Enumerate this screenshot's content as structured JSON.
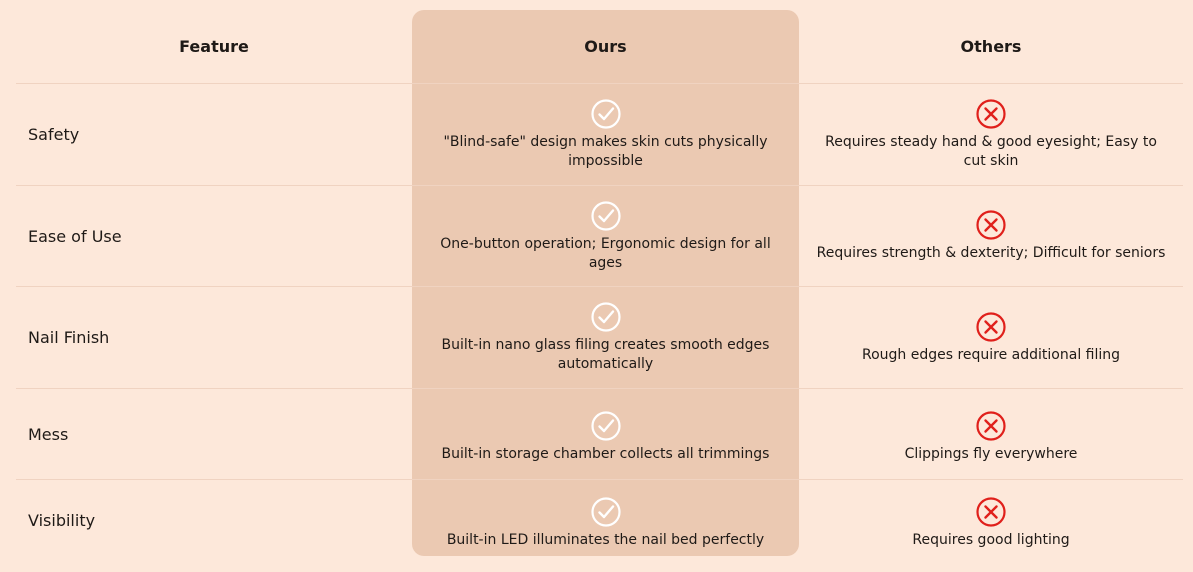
{
  "colors": {
    "background": "#fde8da",
    "ours_column": "#ebc9b2",
    "check": "#ffffff",
    "cross": "#e0201b"
  },
  "headers": {
    "feature": "Feature",
    "ours": "Ours",
    "others": "Others"
  },
  "rows": [
    {
      "feature": "Safety",
      "ours": "\"Blind-safe\" design makes skin cuts physically impossible",
      "others": "Requires steady hand & good eyesight; Easy to cut skin",
      "ours_icon": "check-circle-icon",
      "others_icon": "x-circle-icon"
    },
    {
      "feature": "Ease of Use",
      "ours": "One-button operation; Ergonomic design for all ages",
      "others": "Requires strength & dexterity; Difficult for seniors",
      "ours_icon": "check-circle-icon",
      "others_icon": "x-circle-icon"
    },
    {
      "feature": "Nail Finish",
      "ours": "Built-in nano glass filing creates smooth edges automatically",
      "others": "Rough edges require additional filing",
      "ours_icon": "check-circle-icon",
      "others_icon": "x-circle-icon"
    },
    {
      "feature": "Mess",
      "ours": "Built-in storage chamber collects all trimmings",
      "others": "Clippings fly everywhere",
      "ours_icon": "check-circle-icon",
      "others_icon": "x-circle-icon"
    },
    {
      "feature": "Visibility",
      "ours": "Built-in LED illuminates the nail bed perfectly",
      "others": "Requires good lighting",
      "ours_icon": "check-circle-icon",
      "others_icon": "x-circle-icon"
    }
  ]
}
